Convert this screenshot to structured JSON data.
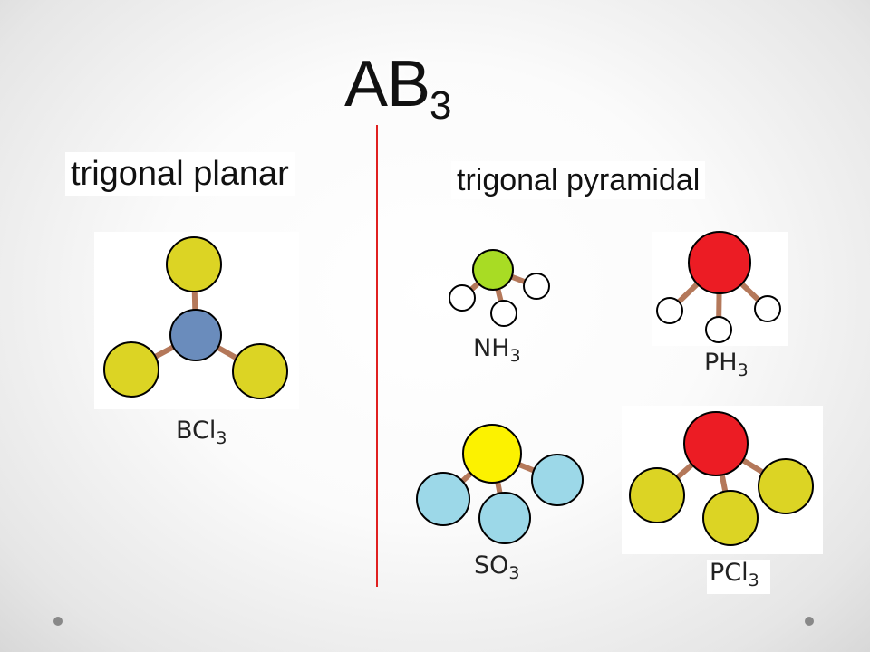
{
  "title": {
    "main": "AB",
    "sub": "3"
  },
  "left": {
    "heading": "trigonal planar",
    "molecule": {
      "formula": "BCl",
      "sub": "3"
    }
  },
  "right": {
    "heading": "trigonal pyramidal",
    "molecules": [
      {
        "formula": "NH",
        "sub": "3"
      },
      {
        "formula": "PH",
        "sub": "3"
      },
      {
        "formula": "SO",
        "sub": "3"
      },
      {
        "formula": "PCl",
        "sub": "3"
      }
    ]
  },
  "colors": {
    "boron": "#6a8cbc",
    "chlorine": "#dcd424",
    "nitrogen": "#a8dc24",
    "phosphorus": "#ec1c24",
    "hydrogen": "#ffffff",
    "sulfur": "#fcf200",
    "oxygen": "#9cd8e8",
    "bond": "#b4785a",
    "divider": "#e02020"
  }
}
